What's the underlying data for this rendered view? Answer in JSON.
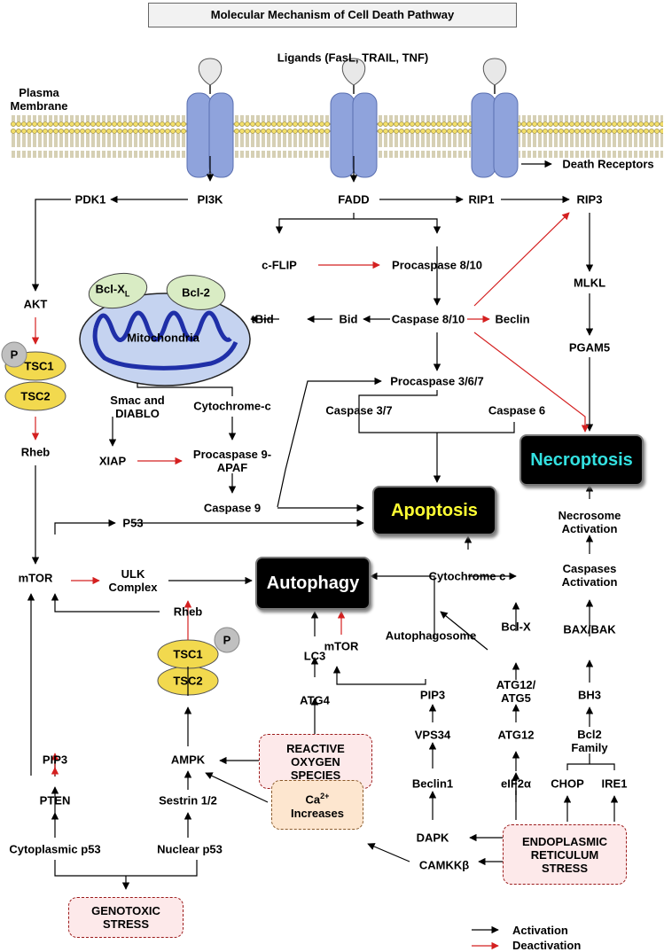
{
  "title": "Molecular Mechanism of Cell Death Pathway",
  "membrane": {
    "ligands": "Ligands (FasL, TRAIL, TNF)",
    "plasma_membrane": "Plasma\nMembrane",
    "death_receptors": "Death Receptors"
  },
  "nodes": {
    "pi3k": "PI3K",
    "pdk1": "PDK1",
    "akt": "AKT",
    "tsc1": "TSC1",
    "tsc2": "TSC2",
    "p": "P",
    "rheb": "Rheb",
    "mtor": "mTOR",
    "p53": "P53",
    "ulk": "ULK\nComplex",
    "rheb2": "Rheb",
    "tsc1b": "TSC1",
    "tsc2b": "TSC2",
    "p2": "P",
    "ampk": "AMPK",
    "pip3_left": "PIP3",
    "pten": "PTEN",
    "cyto_p53": "Cytoplasmic p53",
    "sestrin": "Sestrin 1/2",
    "nuclear_p53": "Nuclear p53",
    "fadd": "FADD",
    "rip1": "RIP1",
    "rip3": "RIP3",
    "cflip": "c-FLIP",
    "procasp810": "Procaspase 8/10",
    "mlkl": "MLKL",
    "bclxl_main": "Bcl-X",
    "bclxl_sub": "L",
    "bcl2": "Bcl-2",
    "mitochondria": "Mitochondria",
    "tbid": "tBid",
    "bid": "Bid",
    "casp810": "Caspase 8/10",
    "beclin": "Beclin",
    "pgam5": "PGAM5",
    "smac": "Smac and\nDIABLO",
    "cytc": "Cytochrome-c",
    "procasp367": "Procaspase 3/6/7",
    "casp37": "Caspase 3/7",
    "casp6": "Caspase 6",
    "xiap": "XIAP",
    "procasp9": "Procaspase 9-\nAPAF",
    "casp9": "Caspase 9",
    "necrosome": "Necrosome\nActivation",
    "cytochrome_c": "Cytochrome c",
    "caspases_act": "Caspases\nActivation",
    "lc3": "LC3",
    "atg4": "ATG4",
    "mtor2": "mTOR",
    "autophagosome": "Autophagosome",
    "bclx": "Bcl-X",
    "baxbak": "BAX/BAK",
    "pip3": "PIP3",
    "atg12_5": "ATG12/\nATG5",
    "bh3": "BH3",
    "vps34": "VPS34",
    "atg12": "ATG12",
    "bcl2fam": "Bcl2\nFamily",
    "beclin1": "Beclin1",
    "eif2a": "eIF2α",
    "chop": "CHOP",
    "ire1": "IRE1",
    "dapk": "DAPK",
    "camkk": "CAMKKβ"
  },
  "outcomes": {
    "necroptosis": "Necroptosis",
    "apoptosis": "Apoptosis",
    "autophagy": "Autophagy"
  },
  "stress": {
    "ros": "REACTIVE\nOXYGEN\nSPECIES",
    "ca_ion": "Ca",
    "ca_sup": "2+",
    "ca_line2": "Increases",
    "er": "ENDOPLASMIC\nRETICULUM\nSTRESS",
    "genotoxic": "GENOTOXIC\nSTRESS"
  },
  "legend": {
    "activation": "Activation",
    "deactivation": "Deactivation"
  },
  "colors": {
    "activation": "#000000",
    "deactivation": "#d42020",
    "necroptosis_text": "#33e0e0",
    "apoptosis_text": "#ffff33",
    "autophagy_text": "#ffffff",
    "receptor": "#8fa3dc",
    "membrane_head": "#f3df6a",
    "mito": "#c5d3f0",
    "tsc": "#f2d94e",
    "bcl": "#d9ecc4"
  }
}
